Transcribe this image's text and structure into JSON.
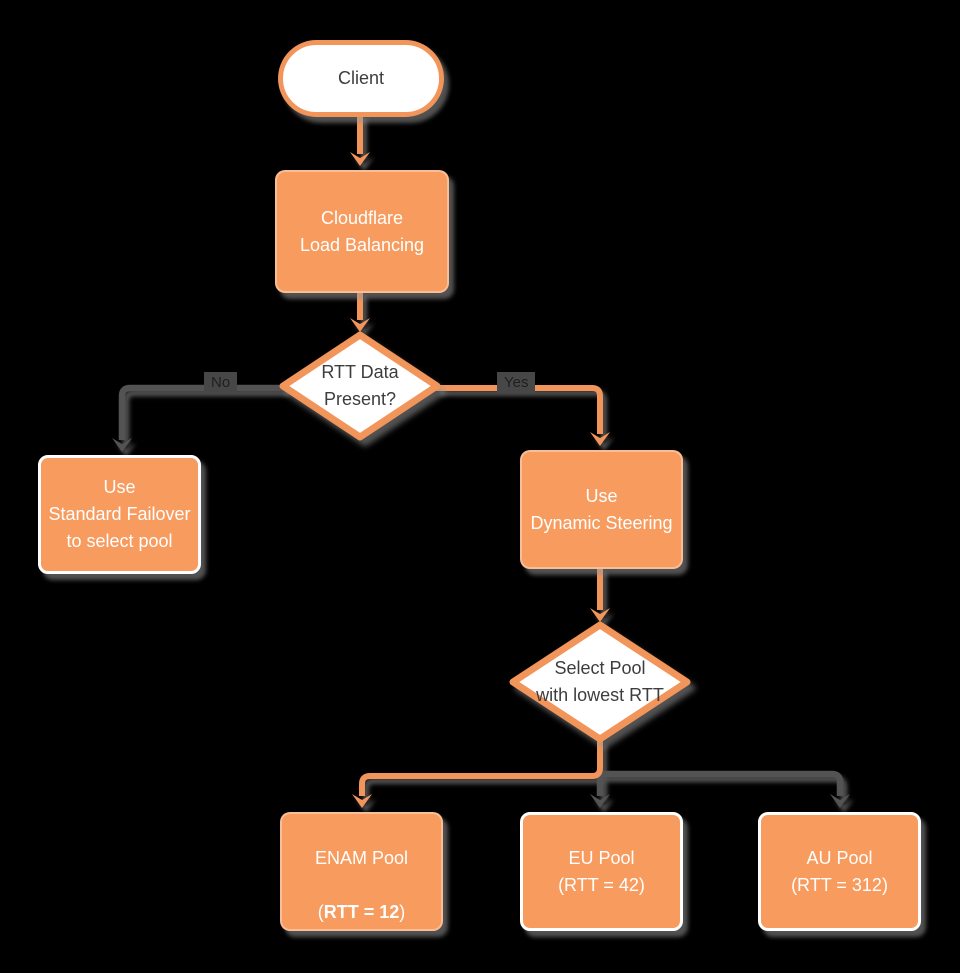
{
  "colors": {
    "node_orange": "#F89B5E",
    "stroke_orange": "#F2955A",
    "line_gray": "#535353",
    "text_dark": "#3D3D3D",
    "text_white": "#FFFFFF",
    "background": "#000000",
    "label_bg": "#474747",
    "label_text": "#1F1F1F"
  },
  "nodes": {
    "client": {
      "label": "Client"
    },
    "load_balancer": {
      "label": "Cloudflare\nLoad Balancing"
    },
    "rtt_decision": {
      "label": "RTT Data\nPresent?"
    },
    "standard_failover": {
      "label": "Use\nStandard Failover\nto select pool"
    },
    "dynamic_steering": {
      "label": "Use\nDynamic Steering"
    },
    "select_pool": {
      "label": "Select Pool\nwith lowest RTT"
    },
    "enam_pool": {
      "title": "ENAM Pool",
      "rtt_open": "(",
      "rtt_value": "RTT = 12",
      "rtt_close": ")"
    },
    "eu_pool": {
      "label": "EU Pool\n(RTT = 42)"
    },
    "au_pool": {
      "label": "AU Pool\n(RTT = 312)"
    }
  },
  "edges": {
    "no_label": "No",
    "yes_label": "Yes"
  }
}
